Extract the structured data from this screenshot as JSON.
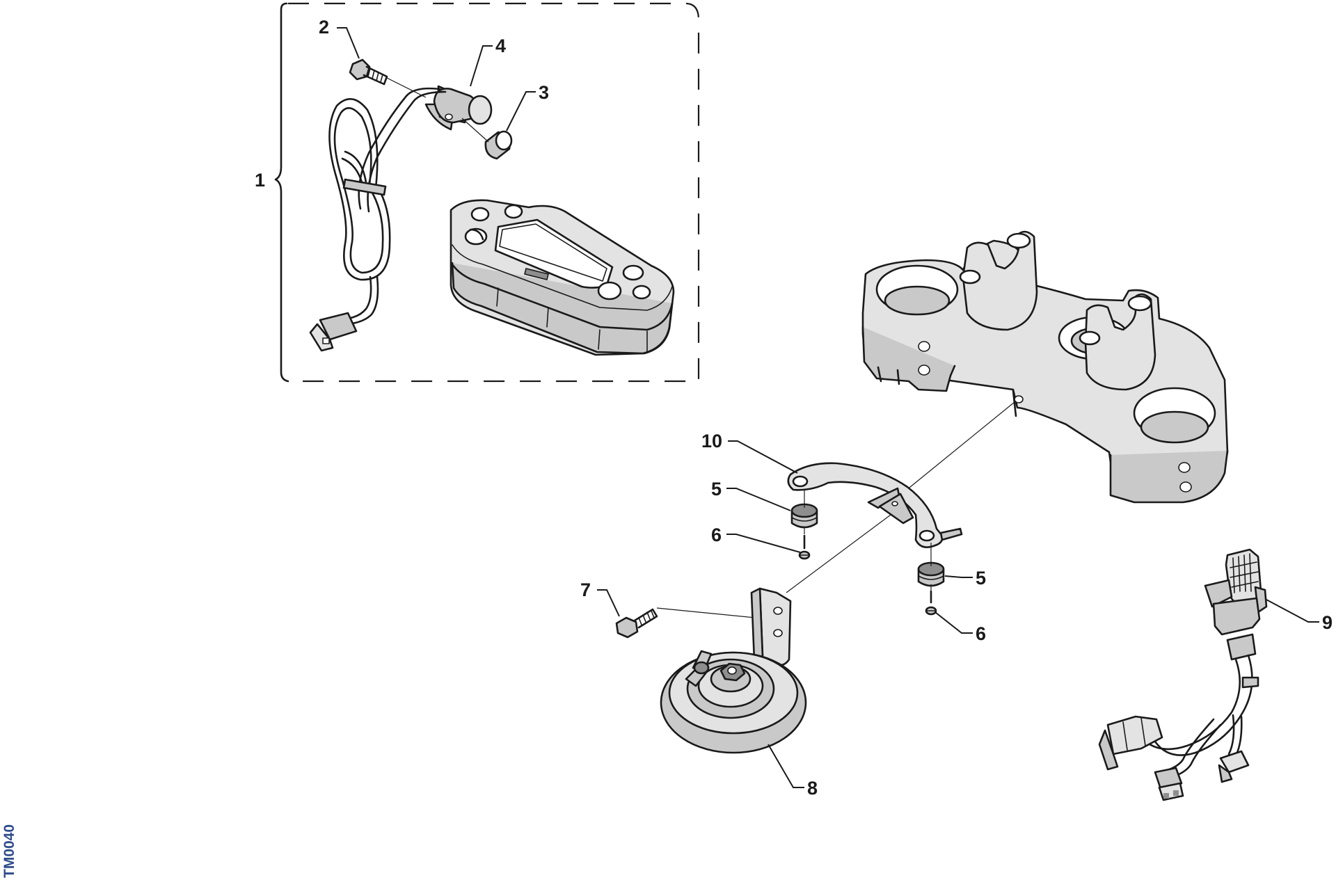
{
  "callouts": {
    "c1": "1",
    "c2": "2",
    "c3": "3",
    "c4": "4",
    "c5a": "5",
    "c5b": "5",
    "c6a": "6",
    "c6b": "6",
    "c7": "7",
    "c8": "8",
    "c9": "9",
    "c10": "10"
  },
  "drawing_code": "TM0040",
  "colors": {
    "ink": "#1a1a1a",
    "part_fill": "#c9c9c9",
    "code_color": "#2f4d8c"
  }
}
